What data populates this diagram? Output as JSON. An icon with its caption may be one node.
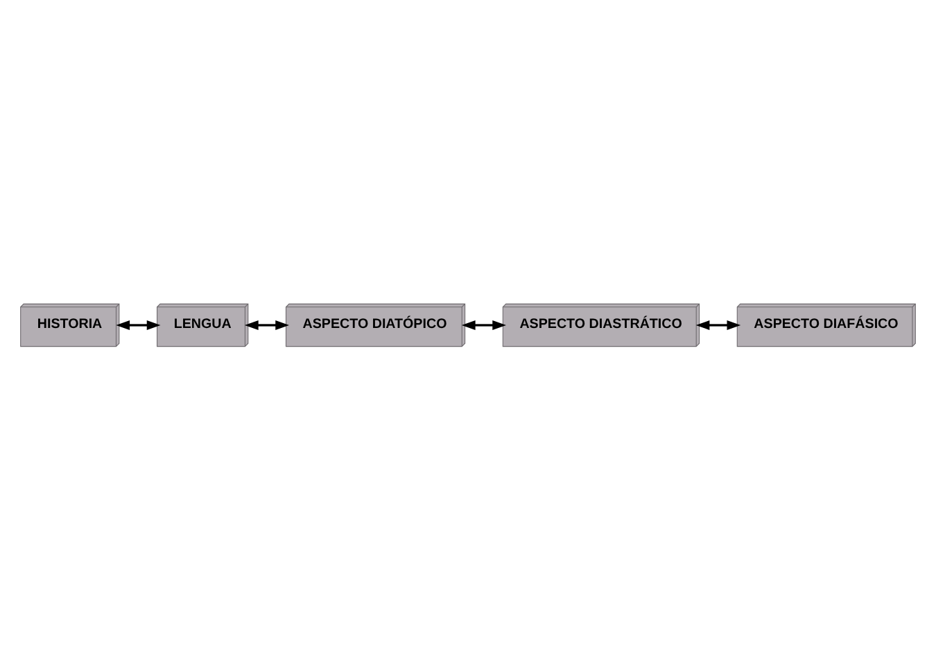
{
  "diagram": {
    "nodes": [
      {
        "text": [
          "HISTORIA"
        ]
      },
      {
        "text": [
          "LENGUA"
        ]
      },
      {
        "text": [
          "ASPECTO DIATÓPICO"
        ]
      },
      {
        "text": [
          "ASPECTO DIASTRÁTICO"
        ]
      },
      {
        "text": [
          "ASPECTO DIAFÁSICO"
        ]
      }
    ],
    "edges": [
      {
        "from": 0,
        "to": 1,
        "arrow": "both"
      },
      {
        "from": 1,
        "to": 2,
        "arrow": "both"
      },
      {
        "from": 2,
        "to": 3,
        "arrow": "both"
      },
      {
        "from": 3,
        "to": 4,
        "arrow": "both"
      }
    ]
  }
}
